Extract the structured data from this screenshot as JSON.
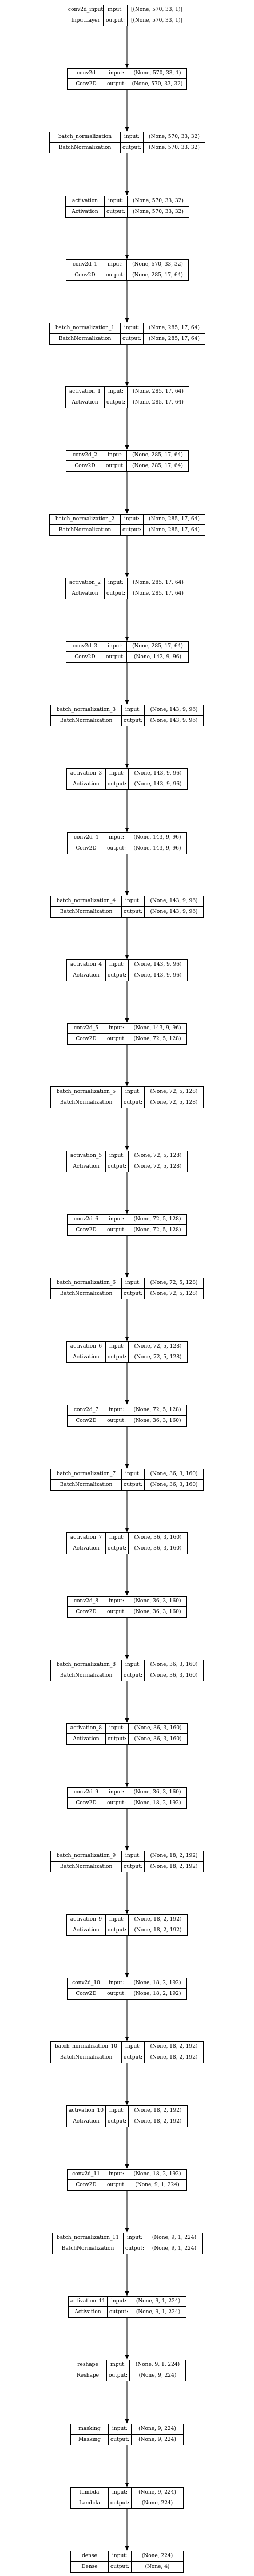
{
  "labels": {
    "input": "input:",
    "output": "output:"
  },
  "layers": [
    {
      "name": "conv2d_input",
      "type": "InputLayer",
      "input": "[(None, 570, 33, 1)]",
      "output": "[(None, 570, 33, 1)]"
    },
    {
      "name": "conv2d",
      "type": "Conv2D",
      "input": "(None, 570, 33, 1)",
      "output": "(None, 570, 33, 32)"
    },
    {
      "name": "batch_normalization",
      "type": "BatchNormalization",
      "input": "(None, 570, 33, 32)",
      "output": "(None, 570, 33, 32)"
    },
    {
      "name": "activation",
      "type": "Activation",
      "input": "(None, 570, 33, 32)",
      "output": "(None, 570, 33, 32)"
    },
    {
      "name": "conv2d_1",
      "type": "Conv2D",
      "input": "(None, 570, 33, 32)",
      "output": "(None, 285, 17, 64)"
    },
    {
      "name": "batch_normalization_1",
      "type": "BatchNormalization",
      "input": "(None, 285, 17, 64)",
      "output": "(None, 285, 17, 64)"
    },
    {
      "name": "activation_1",
      "type": "Activation",
      "input": "(None, 285, 17, 64)",
      "output": "(None, 285, 17, 64)"
    },
    {
      "name": "conv2d_2",
      "type": "Conv2D",
      "input": "(None, 285, 17, 64)",
      "output": "(None, 285, 17, 64)"
    },
    {
      "name": "batch_normalization_2",
      "type": "BatchNormalization",
      "input": "(None, 285, 17, 64)",
      "output": "(None, 285, 17, 64)"
    },
    {
      "name": "activation_2",
      "type": "Activation",
      "input": "(None, 285, 17, 64)",
      "output": "(None, 285, 17, 64)"
    },
    {
      "name": "conv2d_3",
      "type": "Conv2D",
      "input": "(None, 285, 17, 64)",
      "output": "(None, 143, 9, 96)"
    },
    {
      "name": "batch_normalization_3",
      "type": "BatchNormalization",
      "input": "(None, 143, 9, 96)",
      "output": "(None, 143, 9, 96)"
    },
    {
      "name": "activation_3",
      "type": "Activation",
      "input": "(None, 143, 9, 96)",
      "output": "(None, 143, 9, 96)"
    },
    {
      "name": "conv2d_4",
      "type": "Conv2D",
      "input": "(None, 143, 9, 96)",
      "output": "(None, 143, 9, 96)"
    },
    {
      "name": "batch_normalization_4",
      "type": "BatchNormalization",
      "input": "(None, 143, 9, 96)",
      "output": "(None, 143, 9, 96)"
    },
    {
      "name": "activation_4",
      "type": "Activation",
      "input": "(None, 143, 9, 96)",
      "output": "(None, 143, 9, 96)"
    },
    {
      "name": "conv2d_5",
      "type": "Conv2D",
      "input": "(None, 143, 9, 96)",
      "output": "(None, 72, 5, 128)"
    },
    {
      "name": "batch_normalization_5",
      "type": "BatchNormalization",
      "input": "(None, 72, 5, 128)",
      "output": "(None, 72, 5, 128)"
    },
    {
      "name": "activation_5",
      "type": "Activation",
      "input": "(None, 72, 5, 128)",
      "output": "(None, 72, 5, 128)"
    },
    {
      "name": "conv2d_6",
      "type": "Conv2D",
      "input": "(None, 72, 5, 128)",
      "output": "(None, 72, 5, 128)"
    },
    {
      "name": "batch_normalization_6",
      "type": "BatchNormalization",
      "input": "(None, 72, 5, 128)",
      "output": "(None, 72, 5, 128)"
    },
    {
      "name": "activation_6",
      "type": "Activation",
      "input": "(None, 72, 5, 128)",
      "output": "(None, 72, 5, 128)"
    },
    {
      "name": "conv2d_7",
      "type": "Conv2D",
      "input": "(None, 72, 5, 128)",
      "output": "(None, 36, 3, 160)"
    },
    {
      "name": "batch_normalization_7",
      "type": "BatchNormalization",
      "input": "(None, 36, 3, 160)",
      "output": "(None, 36, 3, 160)"
    },
    {
      "name": "activation_7",
      "type": "Activation",
      "input": "(None, 36, 3, 160)",
      "output": "(None, 36, 3, 160)"
    },
    {
      "name": "conv2d_8",
      "type": "Conv2D",
      "input": "(None, 36, 3, 160)",
      "output": "(None, 36, 3, 160)"
    },
    {
      "name": "batch_normalization_8",
      "type": "BatchNormalization",
      "input": "(None, 36, 3, 160)",
      "output": "(None, 36, 3, 160)"
    },
    {
      "name": "activation_8",
      "type": "Activation",
      "input": "(None, 36, 3, 160)",
      "output": "(None, 36, 3, 160)"
    },
    {
      "name": "conv2d_9",
      "type": "Conv2D",
      "input": "(None, 36, 3, 160)",
      "output": "(None, 18, 2, 192)"
    },
    {
      "name": "batch_normalization_9",
      "type": "BatchNormalization",
      "input": "(None, 18, 2, 192)",
      "output": "(None, 18, 2, 192)"
    },
    {
      "name": "activation_9",
      "type": "Activation",
      "input": "(None, 18, 2, 192)",
      "output": "(None, 18, 2, 192)"
    },
    {
      "name": "conv2d_10",
      "type": "Conv2D",
      "input": "(None, 18, 2, 192)",
      "output": "(None, 18, 2, 192)"
    },
    {
      "name": "batch_normalization_10",
      "type": "BatchNormalization",
      "input": "(None, 18, 2, 192)",
      "output": "(None, 18, 2, 192)"
    },
    {
      "name": "activation_10",
      "type": "Activation",
      "input": "(None, 18, 2, 192)",
      "output": "(None, 18, 2, 192)"
    },
    {
      "name": "conv2d_11",
      "type": "Conv2D",
      "input": "(None, 18, 2, 192)",
      "output": "(None, 9, 1, 224)"
    },
    {
      "name": "batch_normalization_11",
      "type": "BatchNormalization",
      "input": "(None, 9, 1, 224)",
      "output": "(None, 9, 1, 224)"
    },
    {
      "name": "activation_11",
      "type": "Activation",
      "input": "(None, 9, 1, 224)",
      "output": "(None, 9, 1, 224)"
    },
    {
      "name": "reshape",
      "type": "Reshape",
      "input": "(None, 9, 1, 224)",
      "output": "(None, 9, 224)"
    },
    {
      "name": "masking",
      "type": "Masking",
      "input": "(None, 9, 224)",
      "output": "(None, 9, 224)"
    },
    {
      "name": "lambda",
      "type": "Lambda",
      "input": "(None, 9, 224)",
      "output": "(None, 224)"
    },
    {
      "name": "dense",
      "type": "Dense",
      "input": "(None, 224)",
      "output": "(None, 4)"
    }
  ]
}
